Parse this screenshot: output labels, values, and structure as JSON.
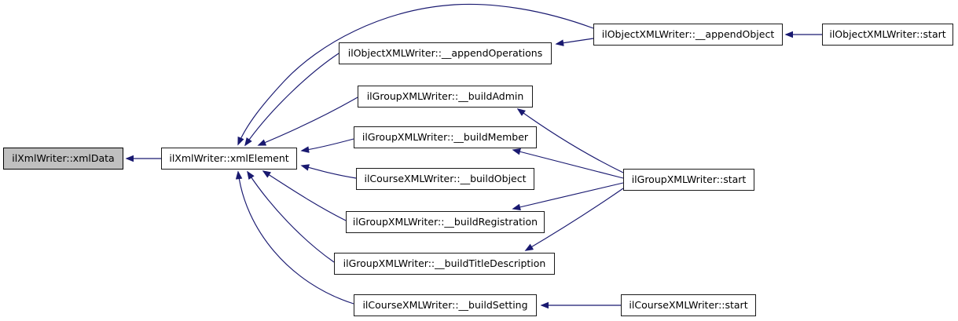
{
  "diagram": {
    "kind": "doxygen-call-graph",
    "colors": {
      "background": "#ffffff",
      "edge": "#191970",
      "node_border": "#1a1a1a",
      "node_fill": "#ffffff",
      "focus_node_fill": "#c0c0c0",
      "text": "#000000"
    },
    "nodes": [
      {
        "id": "xmlData",
        "label": "ilXmlWriter::xmlData",
        "focused": true
      },
      {
        "id": "xmlElement",
        "label": "ilXmlWriter::xmlElement",
        "focused": false
      },
      {
        "id": "appendOperations",
        "label": "ilObjectXMLWriter::__appendOperations",
        "focused": false
      },
      {
        "id": "appendObject",
        "label": "ilObjectXMLWriter::__appendObject",
        "focused": false
      },
      {
        "id": "objectStart",
        "label": "ilObjectXMLWriter::start",
        "focused": false
      },
      {
        "id": "buildAdmin",
        "label": "ilGroupXMLWriter::__buildAdmin",
        "focused": false
      },
      {
        "id": "buildMember",
        "label": "ilGroupXMLWriter::__buildMember",
        "focused": false
      },
      {
        "id": "buildObject",
        "label": "ilCourseXMLWriter::__buildObject",
        "focused": false
      },
      {
        "id": "groupStart",
        "label": "ilGroupXMLWriter::start",
        "focused": false
      },
      {
        "id": "buildRegistration",
        "label": "ilGroupXMLWriter::__buildRegistration",
        "focused": false
      },
      {
        "id": "buildTitleDescription",
        "label": "ilGroupXMLWriter::__buildTitleDescription",
        "focused": false
      },
      {
        "id": "buildSetting",
        "label": "ilCourseXMLWriter::__buildSetting",
        "focused": false
      },
      {
        "id": "courseStart",
        "label": "ilCourseXMLWriter::start",
        "focused": false
      }
    ],
    "edges": [
      {
        "from": "xmlElement",
        "to": "xmlData"
      },
      {
        "from": "appendOperations",
        "to": "xmlElement"
      },
      {
        "from": "appendObject",
        "to": "xmlElement"
      },
      {
        "from": "appendObject",
        "to": "appendOperations"
      },
      {
        "from": "objectStart",
        "to": "appendObject"
      },
      {
        "from": "buildAdmin",
        "to": "xmlElement"
      },
      {
        "from": "buildMember",
        "to": "xmlElement"
      },
      {
        "from": "buildObject",
        "to": "xmlElement"
      },
      {
        "from": "buildRegistration",
        "to": "xmlElement"
      },
      {
        "from": "buildTitleDescription",
        "to": "xmlElement"
      },
      {
        "from": "buildSetting",
        "to": "xmlElement"
      },
      {
        "from": "groupStart",
        "to": "buildAdmin"
      },
      {
        "from": "groupStart",
        "to": "buildMember"
      },
      {
        "from": "groupStart",
        "to": "buildRegistration"
      },
      {
        "from": "groupStart",
        "to": "buildTitleDescription"
      },
      {
        "from": "courseStart",
        "to": "buildSetting"
      }
    ]
  }
}
